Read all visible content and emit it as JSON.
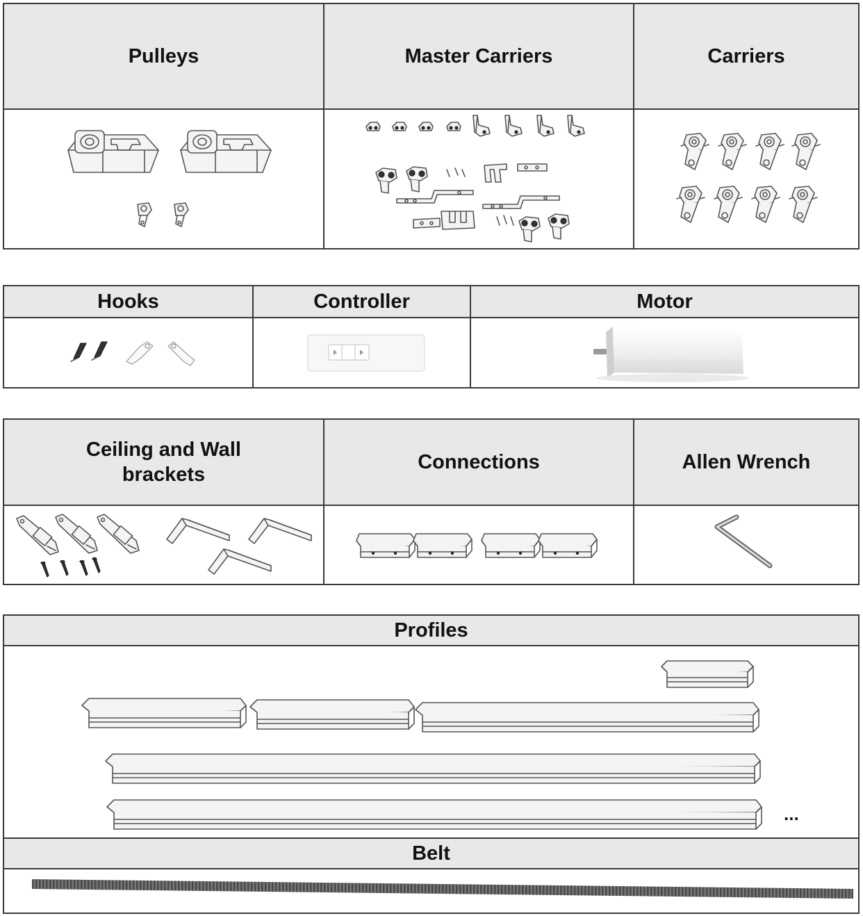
{
  "tables": [
    {
      "cells": [
        {
          "label": "Pulleys",
          "icon": "pulley-icon"
        },
        {
          "label": "Master Carriers",
          "icon": "master-carrier-kit-icon"
        },
        {
          "label": "Carriers",
          "icon": "carrier-icon"
        }
      ]
    },
    {
      "cells": [
        {
          "label": "Hooks",
          "icon": "hook-icon"
        },
        {
          "label": "Controller",
          "icon": "remote-controller-icon"
        },
        {
          "label": "Motor",
          "icon": "motor-icon"
        }
      ]
    },
    {
      "cells": [
        {
          "label": "Ceiling and Wall brackets",
          "icon": "bracket-icon"
        },
        {
          "label": "Connections",
          "icon": "connector-icon"
        },
        {
          "label": "Allen Wrench",
          "icon": "allen-wrench-icon"
        }
      ]
    },
    {
      "cells": [
        {
          "label": "Profiles",
          "icon": "profile-rail-icon"
        }
      ],
      "ellipsis": "..."
    },
    {
      "cells": [
        {
          "label": "Belt",
          "icon": "belt-icon"
        }
      ]
    }
  ]
}
